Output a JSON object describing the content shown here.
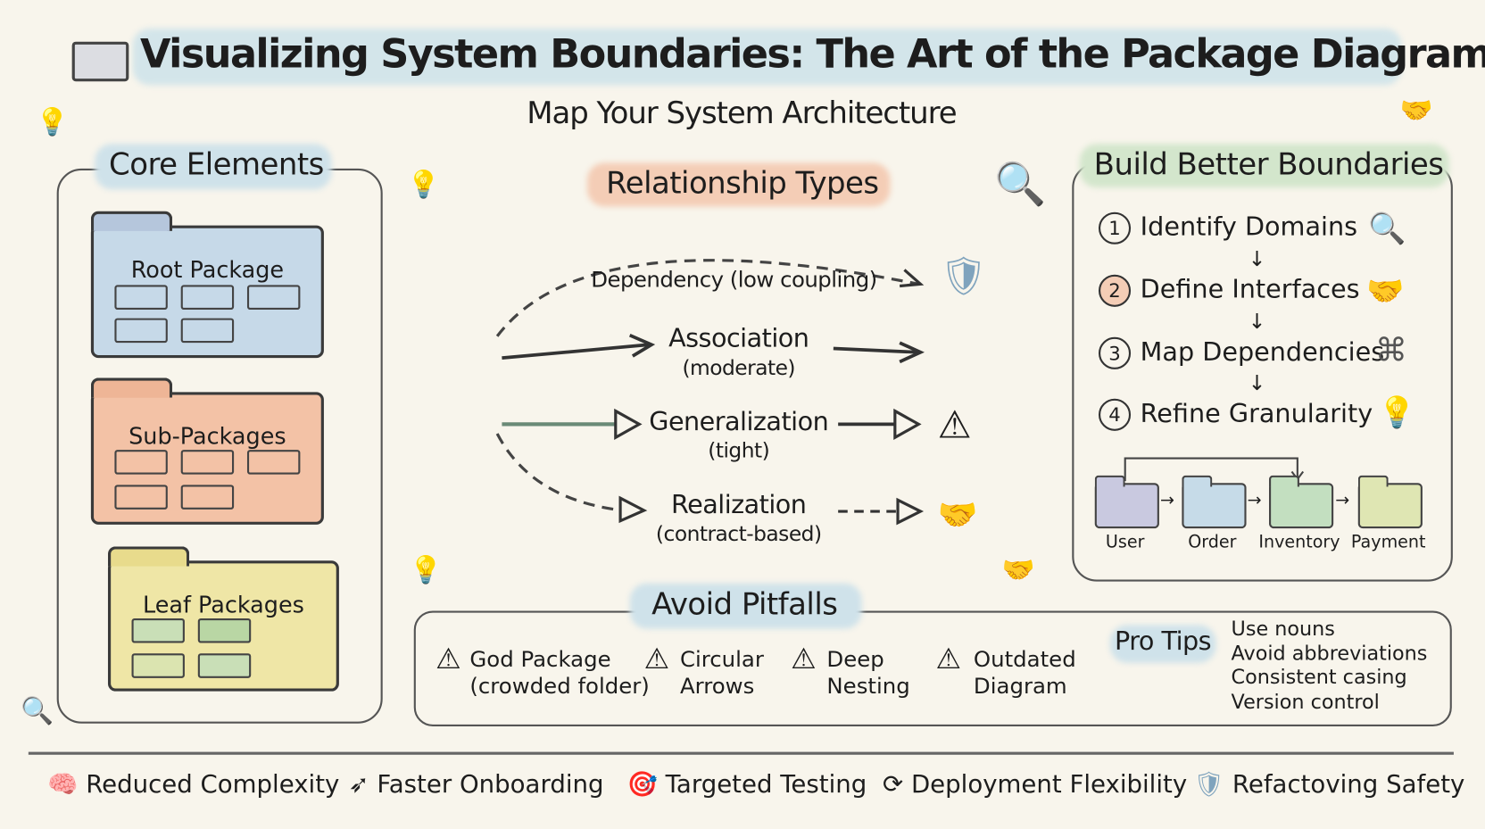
{
  "title": "Visualizing System Boundaries: The Art of the Package Diagram",
  "subtitle": "Map Your System Architecture",
  "core_elements": {
    "heading": "Core Elements",
    "packages": [
      "Root Package",
      "Sub-Packages",
      "Leaf Packages"
    ]
  },
  "relationships": {
    "heading": "Relationship Types",
    "items": [
      {
        "name": "Dependency (low coupling)",
        "detail": "",
        "icon": "shield-icon"
      },
      {
        "name": "Association",
        "detail": "(moderate)",
        "icon": ""
      },
      {
        "name": "Generalization",
        "detail": "(tight)",
        "icon": "warning-icon"
      },
      {
        "name": "Realization",
        "detail": "(contract-based)",
        "icon": "handshake-icon"
      }
    ]
  },
  "boundaries": {
    "heading": "Build Better Boundaries",
    "steps": [
      {
        "num": "1",
        "label": "Identify Domains",
        "icon": "magnifier-icon"
      },
      {
        "num": "2",
        "label": "Define Interfaces",
        "icon": "handshake-icon"
      },
      {
        "num": "3",
        "label": "Map Dependencies",
        "icon": "network-icon"
      },
      {
        "num": "4",
        "label": "Refine Granularity",
        "icon": "lightbulb-icon"
      }
    ],
    "packages": [
      "User",
      "Order",
      "Inventory",
      "Payment"
    ]
  },
  "pitfalls": {
    "heading": "Avoid Pitfalls",
    "items": [
      [
        "God Package",
        "(crowded folder)"
      ],
      [
        "Circular",
        "Arrows"
      ],
      [
        "Deep",
        "Nesting"
      ],
      [
        "Outdated",
        "Diagram"
      ]
    ],
    "pro_tips_heading": "Pro Tips",
    "pro_tips": [
      "Use nouns",
      "Avoid abbreviations",
      "Consistent casing",
      "Version control"
    ]
  },
  "benefits": [
    "Reduced Complexity",
    "Faster Onboarding",
    "Targeted Testing",
    "Deployment Flexibility",
    "Refactoving Safety"
  ],
  "colors": {
    "blue": "#c9dfe8",
    "orange": "#f4c9b0",
    "green": "#cfe3c6",
    "yellow": "#f2e7a8",
    "background": "#f8f5ec"
  }
}
